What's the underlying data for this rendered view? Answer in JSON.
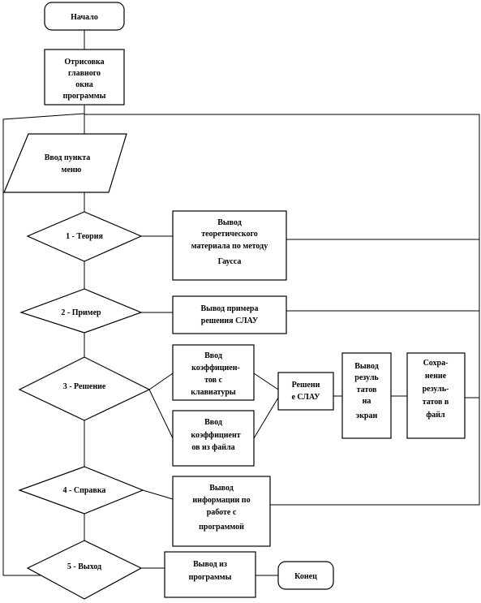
{
  "flowchart": {
    "start": [
      "Начало"
    ],
    "draw_main": [
      "Отрисовка",
      "главного",
      "окна",
      "программы"
    ],
    "input_menu": [
      "Ввод пункта",
      "меню"
    ],
    "d_theory": [
      "1 - Теория"
    ],
    "out_theory": [
      "Вывод",
      "теоретического",
      "материала по методу",
      "Гаусса"
    ],
    "d_example": [
      "2 - Пример"
    ],
    "out_example": [
      "Вывод примера",
      "решения СЛАУ"
    ],
    "d_solution": [
      "3 - Решение"
    ],
    "in_keyboard": [
      "Ввод",
      "коэффициен-",
      "тов с",
      "клавиатуры"
    ],
    "in_file": [
      "Ввод",
      "коэффициент",
      "ов из файла"
    ],
    "solve": [
      "Решени",
      "е СЛАУ"
    ],
    "out_screen": [
      "Вывод",
      "резуль",
      "татов",
      "на",
      "экран"
    ],
    "save_file": [
      "Сохра-",
      "нение",
      "резуль-",
      "татов в",
      "файл"
    ],
    "d_help": [
      "4 - Справка"
    ],
    "out_help": [
      "Вывод",
      "информации по",
      "работе с",
      "программой"
    ],
    "d_exit": [
      "5 - Выход"
    ],
    "out_exit": [
      "Вывод из",
      "программы"
    ],
    "end": [
      "Конец"
    ]
  }
}
